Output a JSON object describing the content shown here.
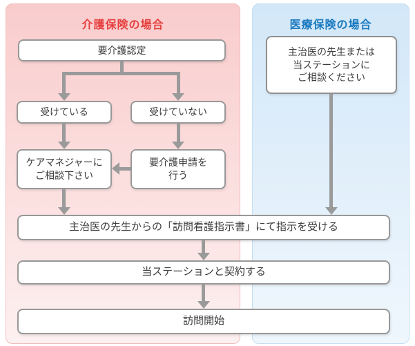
{
  "panels": {
    "kaigo": {
      "title": "介護保険の場合",
      "title_color": "#e64040"
    },
    "iryo": {
      "title": "医療保険の場合",
      "title_color": "#1a7ac0"
    }
  },
  "boxes": {
    "yokaigo_nintei": "要介護認定",
    "uketeiru": "受けている",
    "uketeinai": "受けていない",
    "care_manager": "ケアマネジャーに\nご相談下さい",
    "yokaigo_shinsei": "要介護申請を\n行う",
    "shujii_sodan": "主治医の先生または\n当ステーションに\nご相談ください",
    "shijisho": "主治医の先生からの「訪問看護指示書」にて指示を受ける",
    "keiyaku": "当ステーションと契約する",
    "homon_kaishi": "訪問開始"
  },
  "colors": {
    "panel_pink": "#f9cccc",
    "panel_blue": "#d2e7f8",
    "accent_red": "#e64040",
    "accent_blue": "#1a7ac0",
    "box_border_gray": "#989898",
    "arrow_gray": "#9a9a9a",
    "text_dark": "#3c3c3c"
  }
}
